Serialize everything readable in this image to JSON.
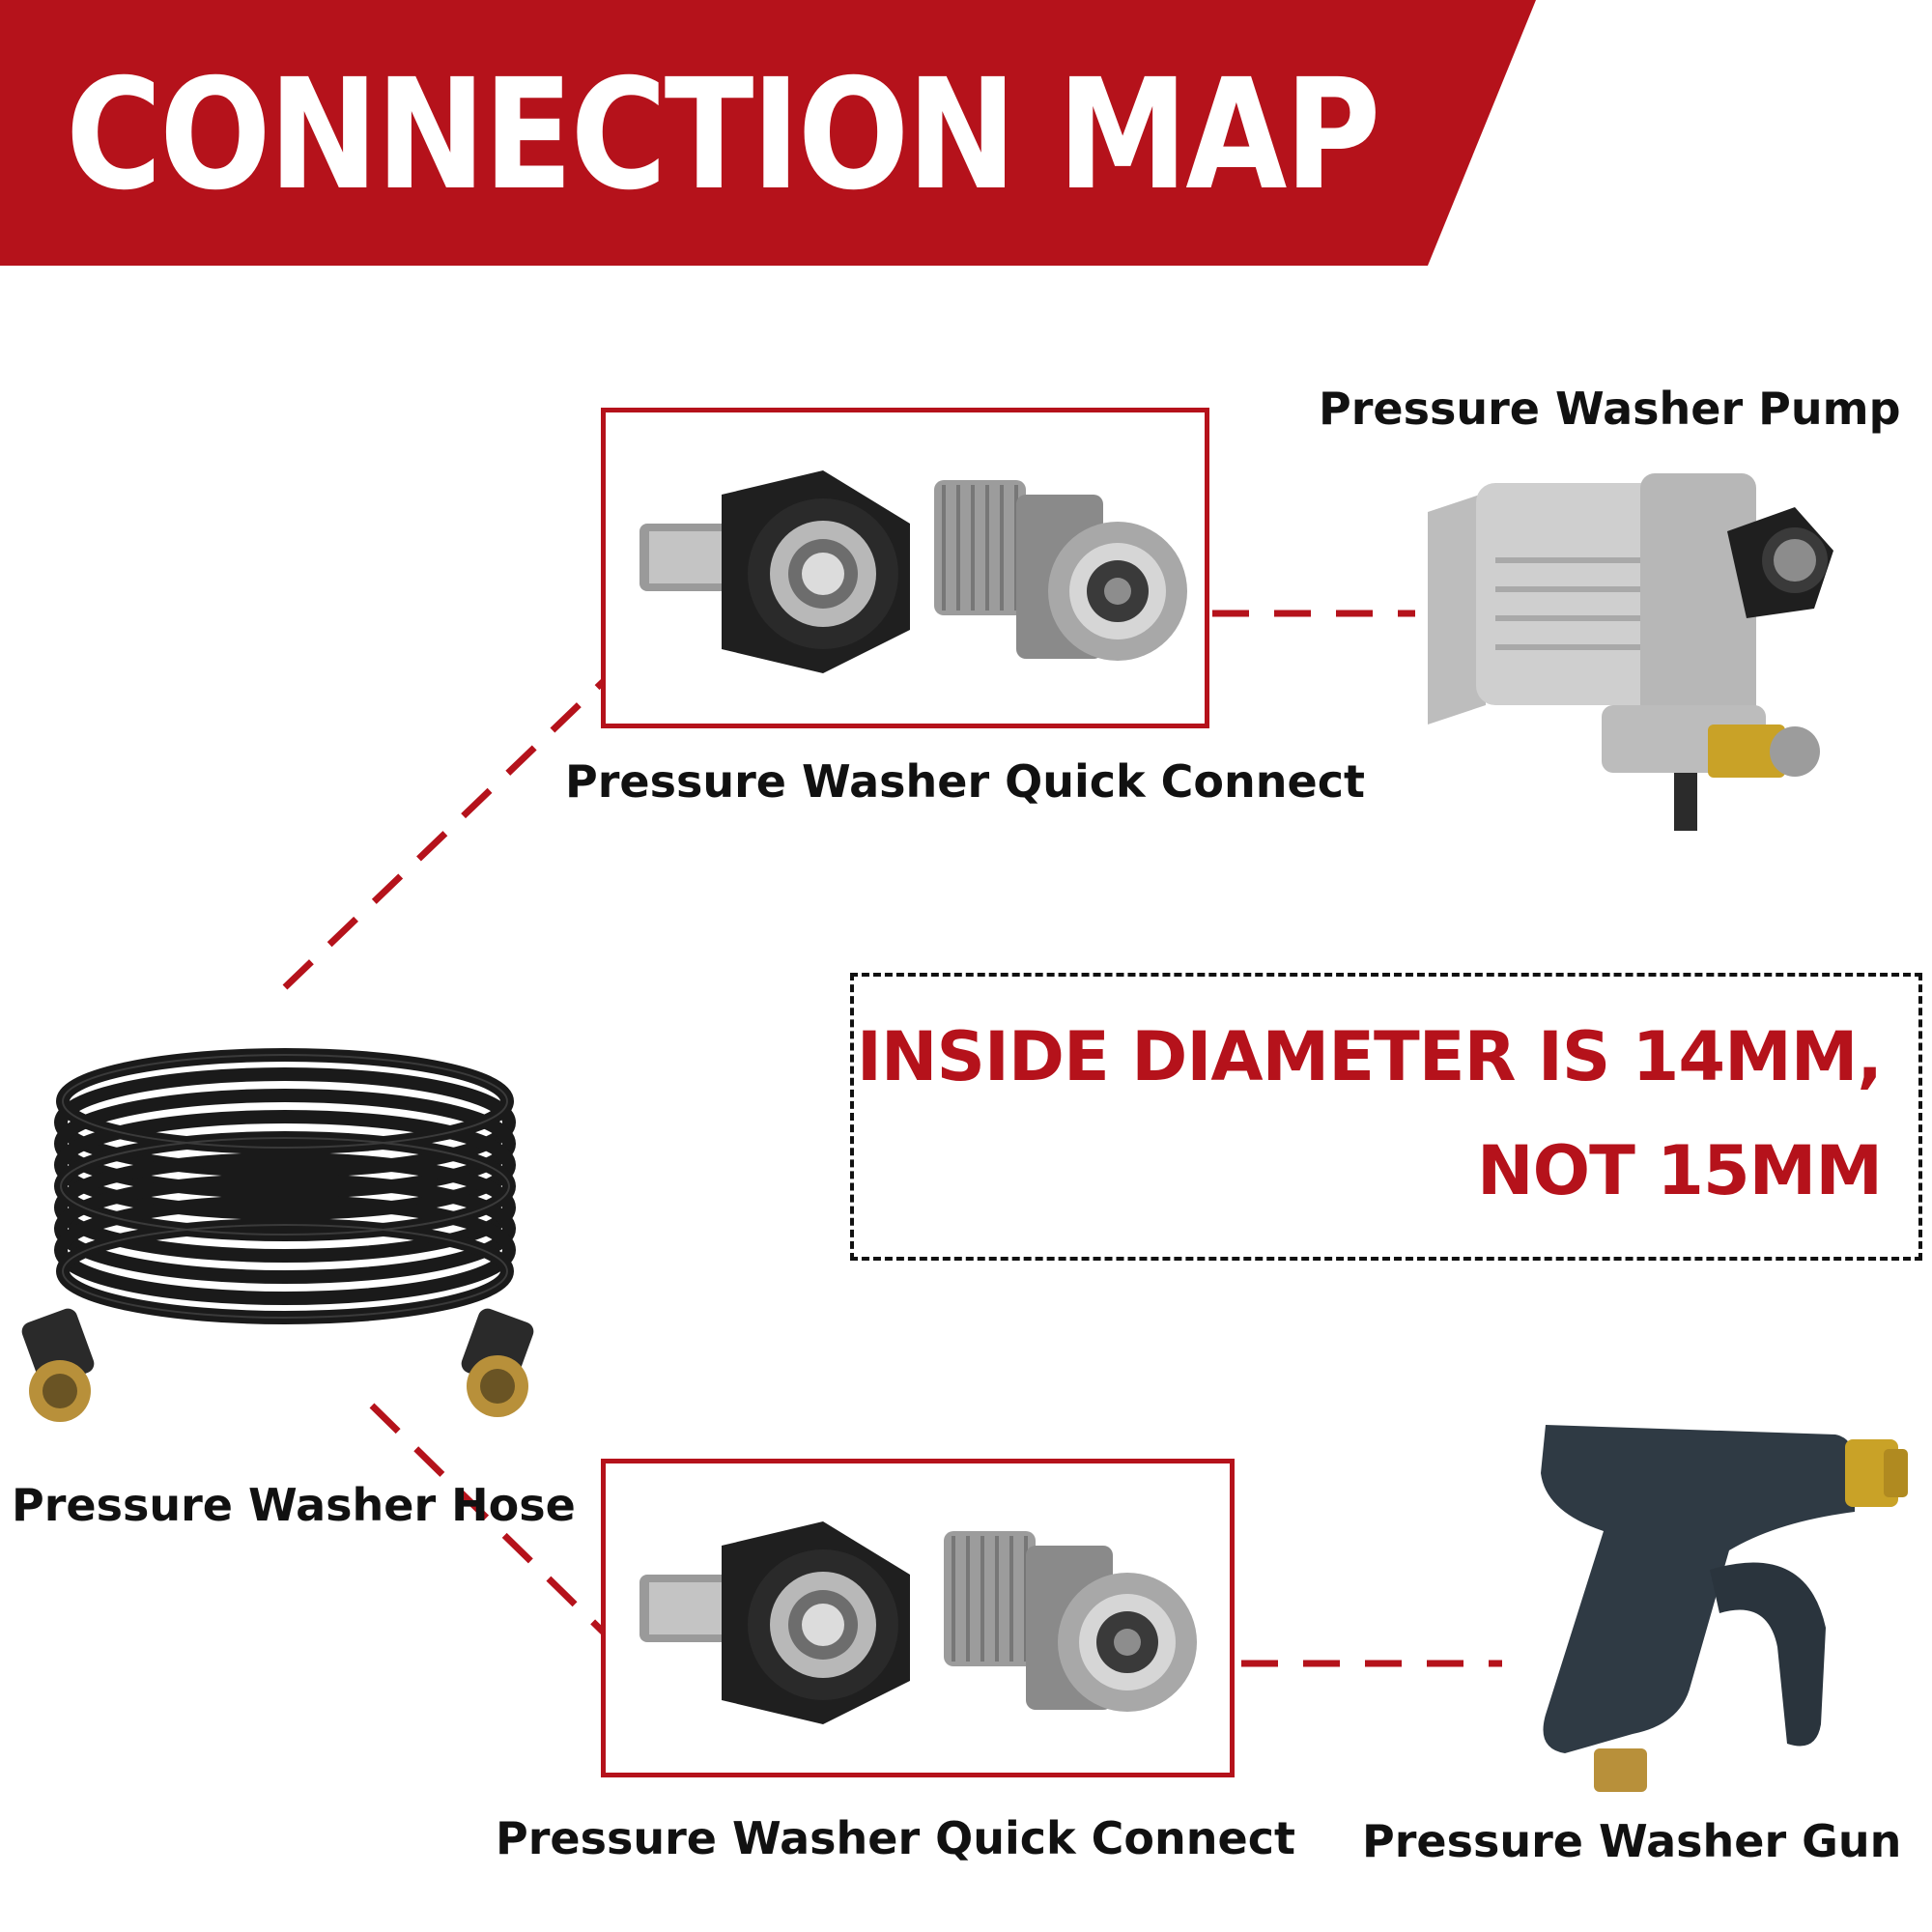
{
  "header": {
    "title": "CONNECTION MAP"
  },
  "labels": {
    "pump": "Pressure Washer Pump",
    "quick_connect_top": "Pressure Washer Quick Connect",
    "hose": "Pressure Washer Hose",
    "quick_connect_bottom": "Pressure Washer Quick Connect",
    "gun": "Pressure Washer Gun"
  },
  "note": {
    "line1": "INSIDE DIAMETER IS 14MM,",
    "line2": "NOT 15MM"
  },
  "colors": {
    "accent": "#b5121b",
    "text": "#111111",
    "background": "#ffffff"
  },
  "icons": [
    "quick-connect-adapter-icon",
    "quick-connect-coupler-icon",
    "pump-image",
    "hose-coil-image",
    "spray-gun-image"
  ]
}
